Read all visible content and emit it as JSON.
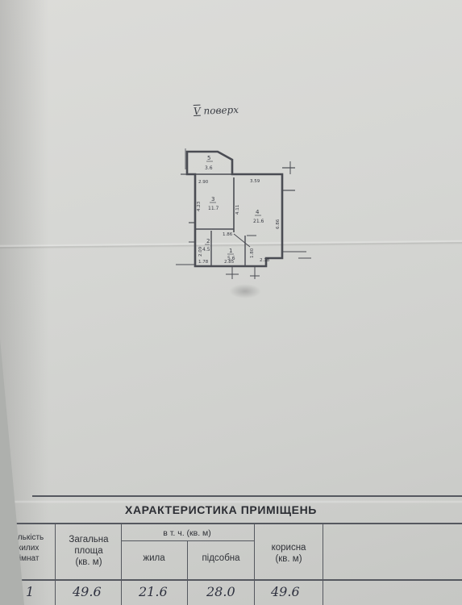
{
  "plan": {
    "floor_roman": "V",
    "floor_word": "поверх",
    "rooms": [
      {
        "number": "5",
        "area": "3.6"
      },
      {
        "number": "3",
        "area": "11.7"
      },
      {
        "number": "4",
        "area": "21.6"
      },
      {
        "number": "2",
        "area": "4.5"
      },
      {
        "number": "1",
        "area": "5.6"
      }
    ],
    "dimensions": [
      "2.90",
      "3.59",
      "4.23",
      "4.11",
      "6.86",
      "1.86",
      "1.78",
      "1.80",
      "2.18",
      "2.85",
      "2.09"
    ]
  },
  "table": {
    "title": "ХАРАКТЕРИСТИКА ПРИМІЩЕНЬ",
    "headers": {
      "rooms": [
        "Кількість",
        "жилих",
        "кімнат"
      ],
      "total_area": [
        "Загальна",
        "площа",
        "(кв. м)"
      ],
      "incl": "в т. ч. (кв. м)",
      "living": "жила",
      "auxiliary": "підсобна",
      "useful": [
        "корисна",
        "(кв. м)"
      ]
    },
    "row": {
      "rooms": "1",
      "total_area": "49.6",
      "living": "21.6",
      "auxiliary": "28.0",
      "useful": "49.6"
    }
  }
}
